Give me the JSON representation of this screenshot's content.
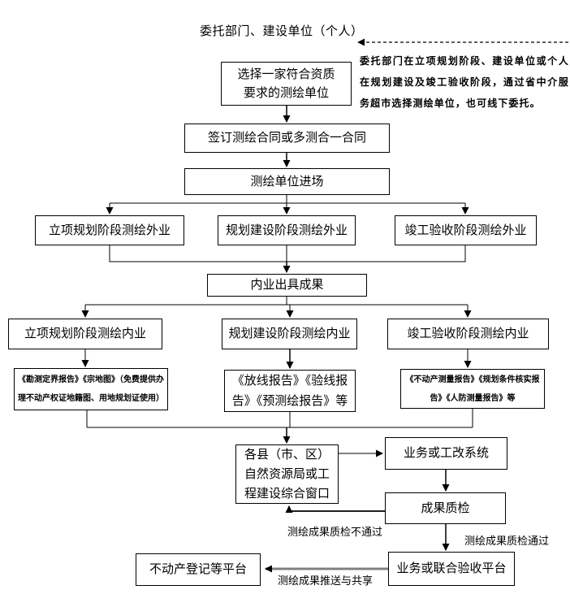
{
  "colors": {
    "background": "#ffffff",
    "line": "#000000",
    "connector_gray": "#808080",
    "text": "#000000"
  },
  "header": {
    "title": "委托部门、建设单位（个人）",
    "note": "委托部门在立项规划阶段、建设单位或个人在规划建设及竣工验收阶段，通过省中介服务超市选择测绘单位，也可线下委托。"
  },
  "nodes": {
    "select_unit": "选择一家符合资质\n要求的测绘单位",
    "sign_contract": "签订测绘合同或多测合一合同",
    "unit_enter": "测绘单位进场",
    "field_lixiang": "立项规划阶段测绘外业",
    "field_guihua": "规划建设阶段测绘外业",
    "field_jungong": "竣工验收阶段测绘外业",
    "indoor_results": "内业出具成果",
    "indoor_lixiang": "立项规划阶段测绘内业",
    "indoor_guihua": "规划建设阶段测绘内业",
    "indoor_jungong": "竣工验收阶段测绘内业",
    "report_lixiang": "《勘测定界报告》《宗地图》（免费提供办理不动产权证地籍图、用地规划证使用）",
    "report_guihua": "《放线报告》《验线报告》《预测绘报告》等",
    "report_jungong": "《不动产测量报告》《规划条件核实报告》《人防测量报告》等",
    "county_window": "各县（市、区）\n自然资源局或工\n程建设综合窗口",
    "gongai_system": "业务或工改系统",
    "quality_check": "成果质检",
    "realestate_platform": "不动产登记等平台",
    "joint_acceptance_platform": "业务或联合验收平台"
  },
  "edge_labels": {
    "fail": "测绘成果质检不通过",
    "pass": "测绘成果质检通过",
    "share": "测绘成果推送与共享"
  }
}
